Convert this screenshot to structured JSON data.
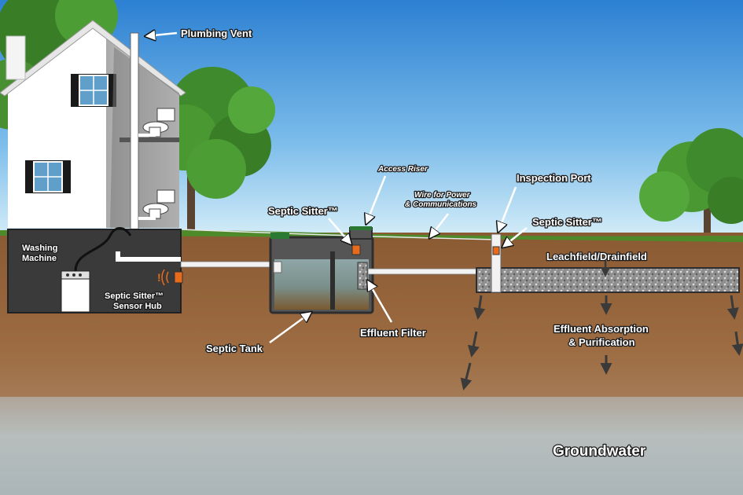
{
  "labels": {
    "plumbing_vent": "Plumbing Vent",
    "washing_machine_line1": "Washing",
    "washing_machine_line2": "Machine",
    "sensor_hub_line1": "Septic Sitter™",
    "sensor_hub_line2": "Sensor Hub",
    "septic_sitter_tank": "Septic Sitter™",
    "access_riser": "Access Riser",
    "wire_line1": "Wire for Power",
    "wire_line2": "& Communications",
    "inspection_port": "Inspection Port",
    "septic_sitter_port": "Septic Sitter™",
    "leachfield": "Leachfield/Drainfield",
    "septic_tank": "Septic Tank",
    "effluent_filter": "Effluent Filter",
    "effluent_absorption_line1": "Effluent Absorption",
    "effluent_absorption_line2": "& Purification",
    "groundwater": "Groundwater"
  },
  "colors": {
    "sky_top": "#2f86d6",
    "sky_bottom": "#bfe0f5",
    "soil": "#9a6a40",
    "soil_dark": "#6e4526",
    "grass": "#4e8a2a",
    "groundwater": "#b9c4c6",
    "house": "#ffffff",
    "basement": "#3c3c3c",
    "tree": "#3f8a2c",
    "gravel": "#9a9a9a",
    "sensor_orange": "#e86b1c"
  }
}
